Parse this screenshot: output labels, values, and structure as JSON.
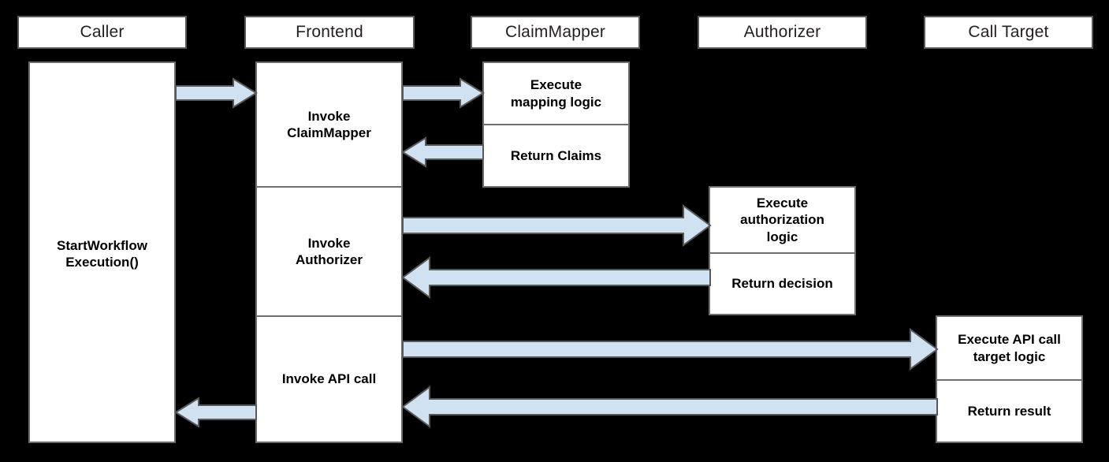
{
  "diagram": {
    "type": "uml-sequence-diagram",
    "background_color": "#000000",
    "box_fill": "#ffffff",
    "box_border": "#58595b",
    "arrow_fill": "#d0e1f2",
    "arrow_border": "#58595b",
    "lifelines": [
      {
        "id": "caller",
        "label": "Caller"
      },
      {
        "id": "frontend",
        "label": "Frontend"
      },
      {
        "id": "claimmapper",
        "label": "ClaimMapper"
      },
      {
        "id": "authorizer",
        "label": "Authorizer"
      },
      {
        "id": "calltarget",
        "label": "Call Target"
      }
    ],
    "activations": {
      "caller": {
        "segments": [
          {
            "label": "StartWorkflow\nExecution()"
          }
        ]
      },
      "frontend": {
        "segments": [
          {
            "label": "Invoke\nClaimMapper"
          },
          {
            "label": "Invoke\nAuthorizer"
          },
          {
            "label": "Invoke API call"
          }
        ]
      },
      "claimmapper": {
        "segments": [
          {
            "label": "Execute\nmapping logic"
          },
          {
            "label": "Return Claims"
          }
        ]
      },
      "authorizer": {
        "segments": [
          {
            "label": "Execute\nauthorization\nlogic"
          },
          {
            "label": "Return decision"
          }
        ]
      },
      "calltarget": {
        "segments": [
          {
            "label": "Execute API call\ntarget logic"
          },
          {
            "label": "Return result"
          }
        ]
      }
    },
    "messages": [
      {
        "id": "msg-caller-to-frontend",
        "from": "caller",
        "to": "frontend",
        "direction": "right"
      },
      {
        "id": "msg-frontend-to-claimmapper",
        "from": "frontend",
        "to": "claimmapper",
        "direction": "right"
      },
      {
        "id": "msg-claimmapper-to-frontend",
        "from": "claimmapper",
        "to": "frontend",
        "direction": "left"
      },
      {
        "id": "msg-frontend-to-authorizer",
        "from": "frontend",
        "to": "authorizer",
        "direction": "right"
      },
      {
        "id": "msg-authorizer-to-frontend",
        "from": "authorizer",
        "to": "frontend",
        "direction": "left"
      },
      {
        "id": "msg-frontend-to-calltarget",
        "from": "frontend",
        "to": "calltarget",
        "direction": "right"
      },
      {
        "id": "msg-calltarget-to-frontend",
        "from": "calltarget",
        "to": "frontend",
        "direction": "left"
      },
      {
        "id": "msg-frontend-to-caller",
        "from": "frontend",
        "to": "caller",
        "direction": "left"
      }
    ]
  }
}
